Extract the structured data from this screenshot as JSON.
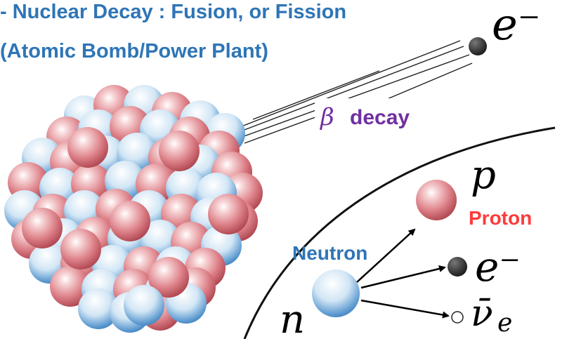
{
  "title": {
    "line1": "- Nuclear Decay : Fusion, or Fission",
    "line2": "(Atomic Bomb/Power Plant)"
  },
  "beta_decay": {
    "symbol": "β",
    "text": "decay"
  },
  "symbols": {
    "electron_top": "e⁻",
    "proton": "p",
    "electron": "e⁻",
    "antineutrino": "ν̄",
    "antineutrino_sub": "e",
    "neutron": "n"
  },
  "labels": {
    "proton": "Proton",
    "neutron": "Neutron"
  },
  "colors": {
    "title": "#2e75b6",
    "beta_label": "#7030a0",
    "proton_label": "#ff3b3b",
    "neutron_label": "#2e75b6",
    "proton_ball": "#d9737b",
    "neutron_ball": "#3b7fc4"
  }
}
